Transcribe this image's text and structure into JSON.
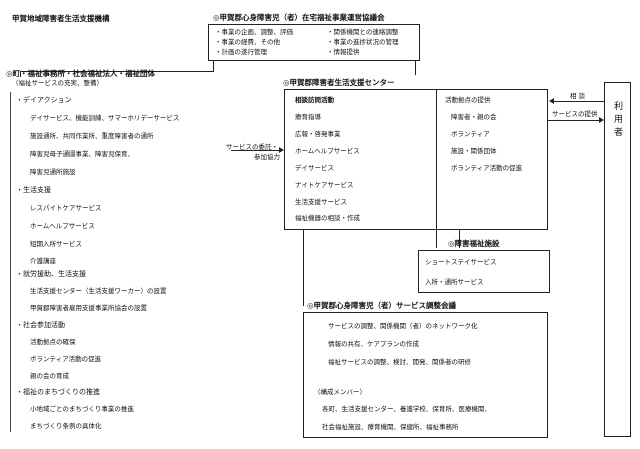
{
  "diagram_title": "甲賀地域障害者生活支援機構",
  "council": {
    "title": "◎甲賀郡心身障害児（者）在宅福祉事業運営協議会",
    "items": [
      "・事業の企画、調整、評価",
      "・関係機関との連絡調整",
      "・事業の経費、その他",
      "・事業の進捗状況の管理",
      "・計画の遂行管理",
      "・情報提供"
    ]
  },
  "left_org": {
    "title": "◎町・福祉事務所・社会福祉法人・福祉団体",
    "subtitle": "（福祉サービスの充実、整備）",
    "sections": [
      {
        "heading": "・デイアクション",
        "items": [
          "デイサービス、機能訓練、サマーホリデーサービス",
          "施設通所、共同作業所、重度障害者の通所",
          "障害児母子通園事業、障害児保育、",
          "障害児通所施設"
        ]
      },
      {
        "heading": "・生活支援",
        "items": [
          "レスパイトケアサービス",
          "ホームヘルプサービス",
          "短期入所サービス",
          "介護講座"
        ]
      },
      {
        "heading": "・就労援助、生活支援",
        "items": [
          "生活支援センター（生活支援ワーカー）の設置",
          "甲賀郡障害者雇用支援事業所協会の設置"
        ]
      },
      {
        "heading": "・社会参加活動",
        "items": [
          "活動拠点の確保",
          "ボランティア活動の促進",
          "親の会の育成"
        ]
      },
      {
        "heading": "・福祉のまちづくりの推進",
        "items": [
          "小地域ごとのまちづくり事業の推進",
          "まちづくり条例の具体化"
        ]
      }
    ]
  },
  "arrow_label_1": "サービスの委託・",
  "arrow_label_2": "参加協力",
  "center": {
    "title": "◎甲賀郡障害者生活支援センター",
    "left_items": [
      "相談訪問活動",
      "療育指導",
      "広報・啓発事業",
      "ホームヘルプサービス",
      "デイサービス",
      "ナイトケアサービス",
      "生活支援サービス",
      "福祉機器の相談・作成"
    ],
    "right_heading": "活動拠点の提供",
    "right_items": [
      "障害者・親の会",
      "ボランティア",
      "施設・関係団体",
      "ボランティア活動の促進"
    ]
  },
  "facility": {
    "title": "◎障害福祉施設",
    "items": [
      "ショートステイサービス",
      "入所・通所サービス"
    ]
  },
  "coordination": {
    "title": "◎甲賀郡心身障害児（者）サービス調整会議",
    "items": [
      "サービスの調整、関係機関（者）のネットワーク化",
      "情報の共有、ケアプランの作成",
      "福祉サービスの調整、検討、開発、関係者の研修"
    ],
    "members_label": "（構成メンバー）",
    "members": [
      "各町、生活支援センター、養護学校、保育所、医療機関、",
      "社会福祉施設、療育機関、保健所、福祉事務所"
    ]
  },
  "user_box": "利用者",
  "consult_label": "相 談",
  "service_label": "サービスの提供"
}
